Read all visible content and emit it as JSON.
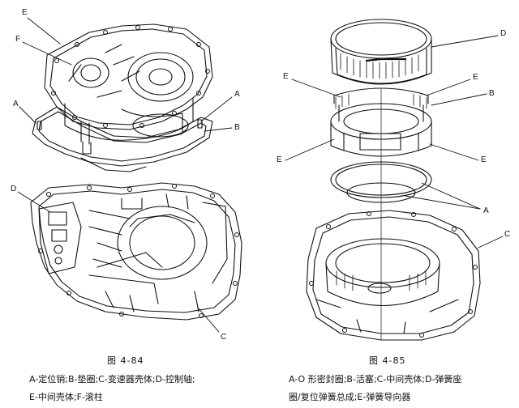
{
  "figures": [
    {
      "caption": "图 4-84",
      "legend": [
        "A-定位销;B-垫圈;C-变速器壳体;D-控制轴;",
        "E-中间壳体;F-滚柱"
      ],
      "callouts": [
        "E",
        "F",
        "A",
        "A",
        "B",
        "D",
        "C"
      ]
    },
    {
      "caption": "图 4-85",
      "legend": [
        "A-O 形密封圈;B-活塞;C-中间壳体;D-弹簧座",
        "圈/复位弹簧总成;E-弹簧导向器"
      ],
      "callouts": [
        "D",
        "E",
        "E",
        "B",
        "E",
        "E",
        "A",
        "C"
      ]
    }
  ]
}
